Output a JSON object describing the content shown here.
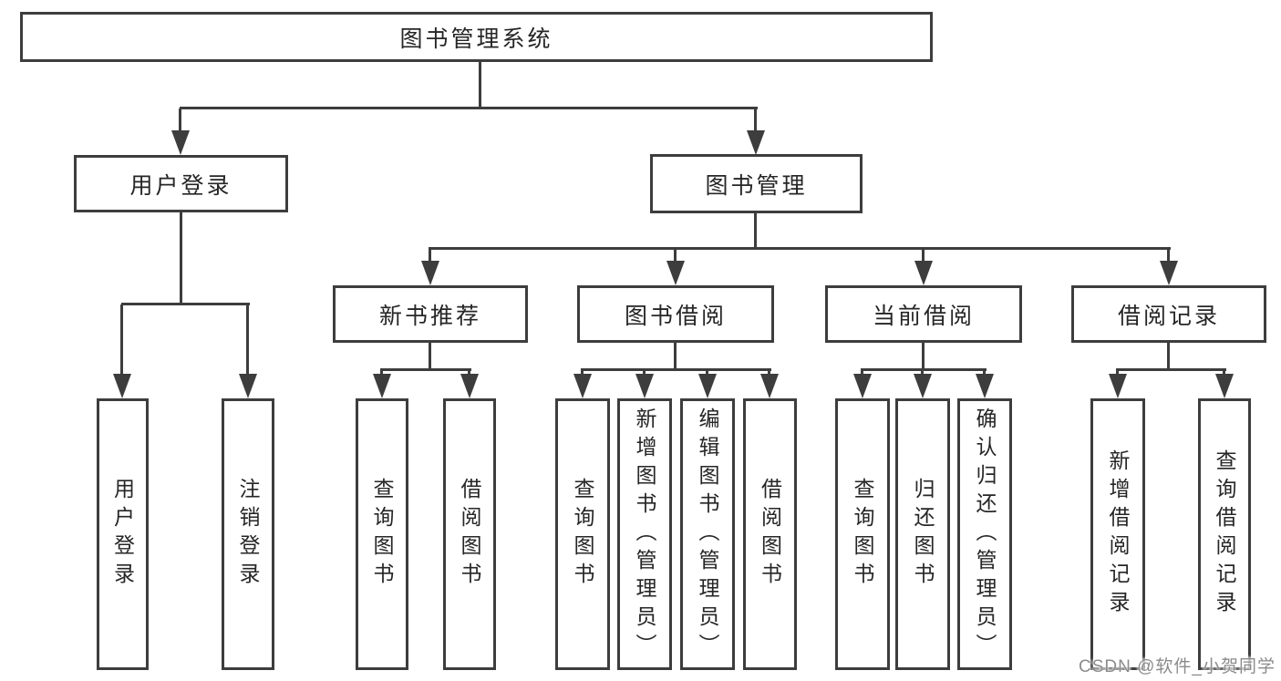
{
  "colors": {
    "line": "#3d3d3d",
    "text": "#262626",
    "background": "#ffffff",
    "watermark": "#8b8b8b"
  },
  "tree": {
    "root": "图书管理系统",
    "branches": [
      {
        "label": "用户登录",
        "children": [
          "用户登录",
          "注销登录"
        ]
      },
      {
        "label": "图书管理",
        "children": [
          {
            "label": "新书推荐",
            "children": [
              "查询图书",
              "借阅图书"
            ]
          },
          {
            "label": "图书借阅",
            "children": [
              "查询图书",
              "新增图书（管理员）",
              "编辑图书（管理员）",
              "借阅图书"
            ]
          },
          {
            "label": "当前借阅",
            "children": [
              "查询图书",
              "归还图书",
              "确认归还（管理员）"
            ]
          },
          {
            "label": "借阅记录",
            "children": [
              "新增借阅记录",
              "查询借阅记录"
            ]
          }
        ]
      }
    ]
  },
  "watermark": "CSDN @软件_小贺同学"
}
